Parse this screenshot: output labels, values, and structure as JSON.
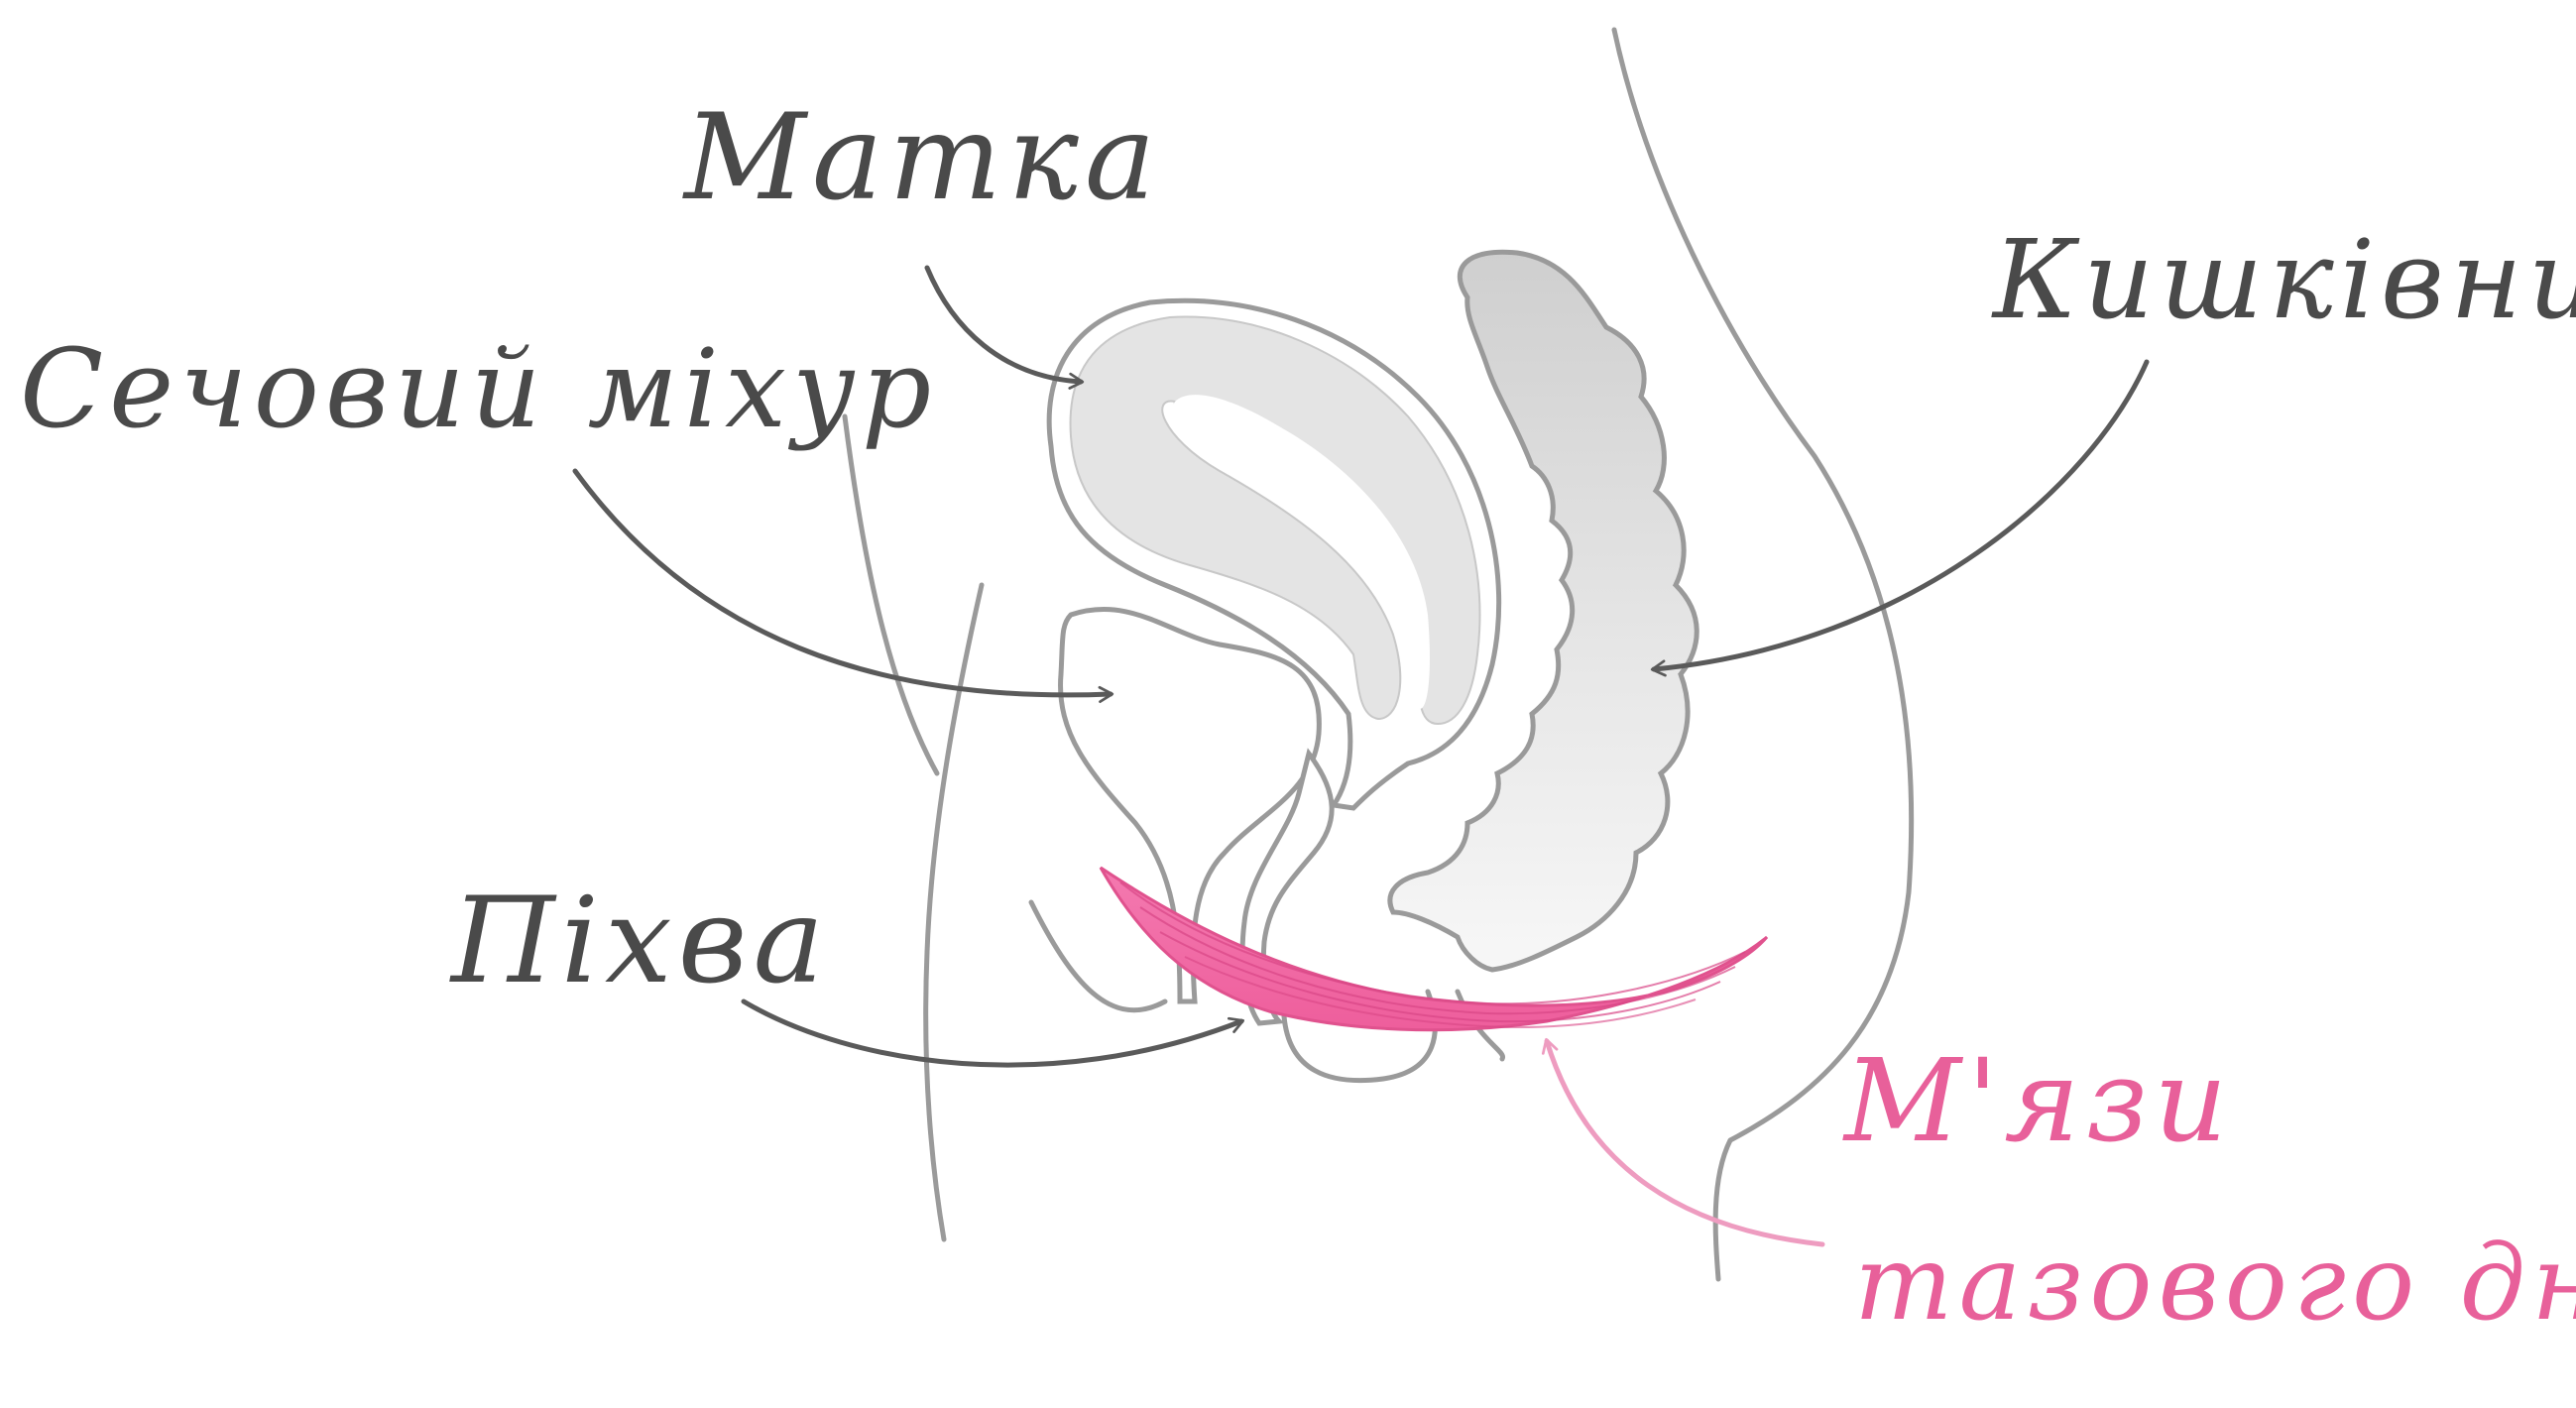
{
  "labels": {
    "uterus": "Матка",
    "bladder": "Сечовий міхур",
    "rectum": "Кишківник",
    "vagina": "Піхва",
    "pelvic_floor_line1": "М'язи",
    "pelvic_floor_line2": "тазового дна"
  },
  "colors": {
    "outline": "#9a9a9a",
    "label_text": "#4a4a4a",
    "arrow": "#5a5a5a",
    "organ_fill": "#e4e4e4",
    "muscle": "#f06aa3",
    "muscle_label": "#e8609a",
    "muscle_arrow": "#ee9cc0"
  }
}
